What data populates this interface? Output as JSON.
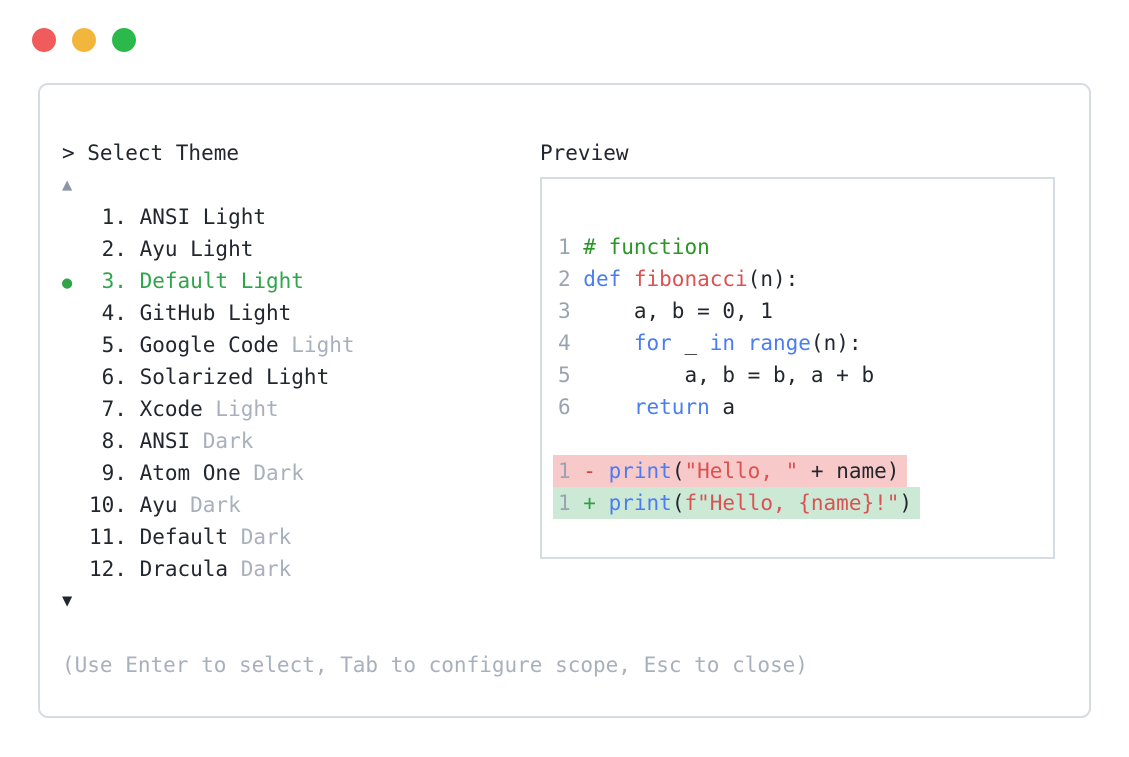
{
  "window": {
    "dots": [
      {
        "name": "close-button",
        "color": "#f05b5b"
      },
      {
        "name": "minimize-button",
        "color": "#f2b63c"
      },
      {
        "name": "maximize-button",
        "color": "#2cb94c"
      }
    ]
  },
  "selector": {
    "prompt": "> Select Theme",
    "scroll_up_glyph": "▲",
    "scroll_down_glyph": "▼",
    "selected_marker_glyph": "●",
    "items": [
      {
        "number": "1",
        "name": "ANSI Light",
        "suffix": "",
        "selected": false
      },
      {
        "number": "2",
        "name": "Ayu Light",
        "suffix": "",
        "selected": false
      },
      {
        "number": "3",
        "name": "Default Light",
        "suffix": "",
        "selected": true
      },
      {
        "number": "4",
        "name": "GitHub Light",
        "suffix": "",
        "selected": false
      },
      {
        "number": "5",
        "name": "Google Code",
        "suffix": "Light",
        "selected": false
      },
      {
        "number": "6",
        "name": "Solarized Light",
        "suffix": "",
        "selected": false
      },
      {
        "number": "7",
        "name": "Xcode",
        "suffix": "Light",
        "selected": false
      },
      {
        "number": "8",
        "name": "ANSI",
        "suffix": "Dark",
        "selected": false
      },
      {
        "number": "9",
        "name": "Atom One",
        "suffix": "Dark",
        "selected": false
      },
      {
        "number": "10",
        "name": "Ayu",
        "suffix": "Dark",
        "selected": false
      },
      {
        "number": "11",
        "name": "Default",
        "suffix": "Dark",
        "selected": false
      },
      {
        "number": "12",
        "name": "Dracula",
        "suffix": "Dark",
        "selected": false
      }
    ],
    "hint": "(Use Enter to select, Tab to configure scope, Esc to close)"
  },
  "preview": {
    "label": "Preview",
    "lines": [
      {
        "bg": "",
        "tokens": [
          {
            "t": "1 ",
            "c": "ln"
          },
          {
            "t": "# function",
            "c": "cm"
          }
        ]
      },
      {
        "bg": "",
        "tokens": [
          {
            "t": "2 ",
            "c": "ln"
          },
          {
            "t": "def ",
            "c": "kw"
          },
          {
            "t": "fibonacci",
            "c": "fn"
          },
          {
            "t": "(n):",
            "c": "pl"
          }
        ]
      },
      {
        "bg": "",
        "tokens": [
          {
            "t": "3 ",
            "c": "ln"
          },
          {
            "t": "    a, b = 0, 1",
            "c": "pl"
          }
        ]
      },
      {
        "bg": "",
        "tokens": [
          {
            "t": "4 ",
            "c": "ln"
          },
          {
            "t": "    ",
            "c": "pl"
          },
          {
            "t": "for",
            "c": "kw"
          },
          {
            "t": " _ ",
            "c": "pl"
          },
          {
            "t": "in",
            "c": "kw"
          },
          {
            "t": " ",
            "c": "pl"
          },
          {
            "t": "range",
            "c": "kw"
          },
          {
            "t": "(n):",
            "c": "pl"
          }
        ]
      },
      {
        "bg": "",
        "tokens": [
          {
            "t": "5 ",
            "c": "ln"
          },
          {
            "t": "        a, b = b, a + b",
            "c": "pl"
          }
        ]
      },
      {
        "bg": "",
        "tokens": [
          {
            "t": "6 ",
            "c": "ln"
          },
          {
            "t": "    ",
            "c": "pl"
          },
          {
            "t": "return",
            "c": "kw"
          },
          {
            "t": " a",
            "c": "pl"
          }
        ]
      },
      {
        "bg": "",
        "tokens": []
      },
      {
        "bg": "removed",
        "tokens": [
          {
            "t": "1 ",
            "c": "ln"
          },
          {
            "t": "- ",
            "c": "min"
          },
          {
            "t": "print",
            "c": "kw"
          },
          {
            "t": "(",
            "c": "pl"
          },
          {
            "t": "\"Hello, \"",
            "c": "str"
          },
          {
            "t": " + name)",
            "c": "pl"
          }
        ]
      },
      {
        "bg": "added",
        "tokens": [
          {
            "t": "1 ",
            "c": "ln"
          },
          {
            "t": "+ ",
            "c": "plu"
          },
          {
            "t": "print",
            "c": "kw"
          },
          {
            "t": "(",
            "c": "pl"
          },
          {
            "t": "f\"Hello, {name}!\"",
            "c": "str"
          },
          {
            "t": ")",
            "c": "pl"
          }
        ]
      }
    ]
  },
  "colors": {
    "dark": "#22262e",
    "muted": "#a8b0bd",
    "muted_arrow": "#8b95a7",
    "line_number": "#9aa3b2",
    "green_selected": "#2fa44a",
    "comment_green": "#2a9626",
    "keyword_blue": "#4a7df2",
    "red": "#dc5151",
    "diff_minus": "#ce4444",
    "diff_plus": "#2f9e44",
    "diff_removed_bg": "#f8c9c9",
    "diff_added_bg": "#cce9d6",
    "border": "#d7dbe2"
  }
}
